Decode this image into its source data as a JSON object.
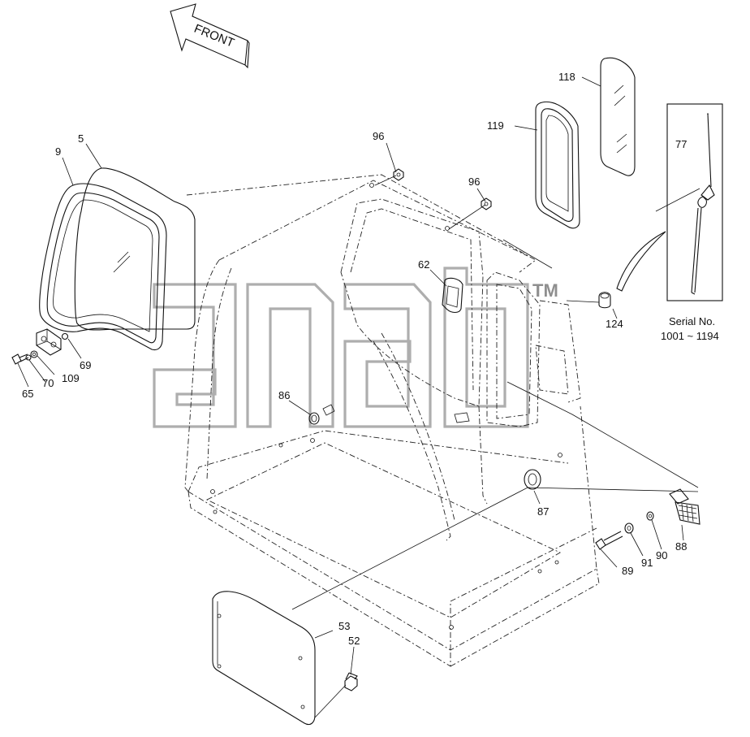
{
  "diagram": {
    "front_label": "FRONT",
    "watermark_tm": "TM",
    "serial": {
      "line1": "Serial No.",
      "line2": "1001 ~ 1194"
    },
    "parts": [
      {
        "id": "p5",
        "label": "5"
      },
      {
        "id": "p9",
        "label": "9"
      },
      {
        "id": "p69",
        "label": "69"
      },
      {
        "id": "p109",
        "label": "109"
      },
      {
        "id": "p70",
        "label": "70"
      },
      {
        "id": "p65",
        "label": "65"
      },
      {
        "id": "p96a",
        "label": "96"
      },
      {
        "id": "p96b",
        "label": "96"
      },
      {
        "id": "p118",
        "label": "118"
      },
      {
        "id": "p119",
        "label": "119"
      },
      {
        "id": "p77",
        "label": "77"
      },
      {
        "id": "p62",
        "label": "62"
      },
      {
        "id": "p124",
        "label": "124"
      },
      {
        "id": "p86",
        "label": "86"
      },
      {
        "id": "p87",
        "label": "87"
      },
      {
        "id": "p88",
        "label": "88"
      },
      {
        "id": "p90",
        "label": "90"
      },
      {
        "id": "p91",
        "label": "91"
      },
      {
        "id": "p89",
        "label": "89"
      },
      {
        "id": "p53",
        "label": "53"
      },
      {
        "id": "p52",
        "label": "52"
      }
    ]
  }
}
